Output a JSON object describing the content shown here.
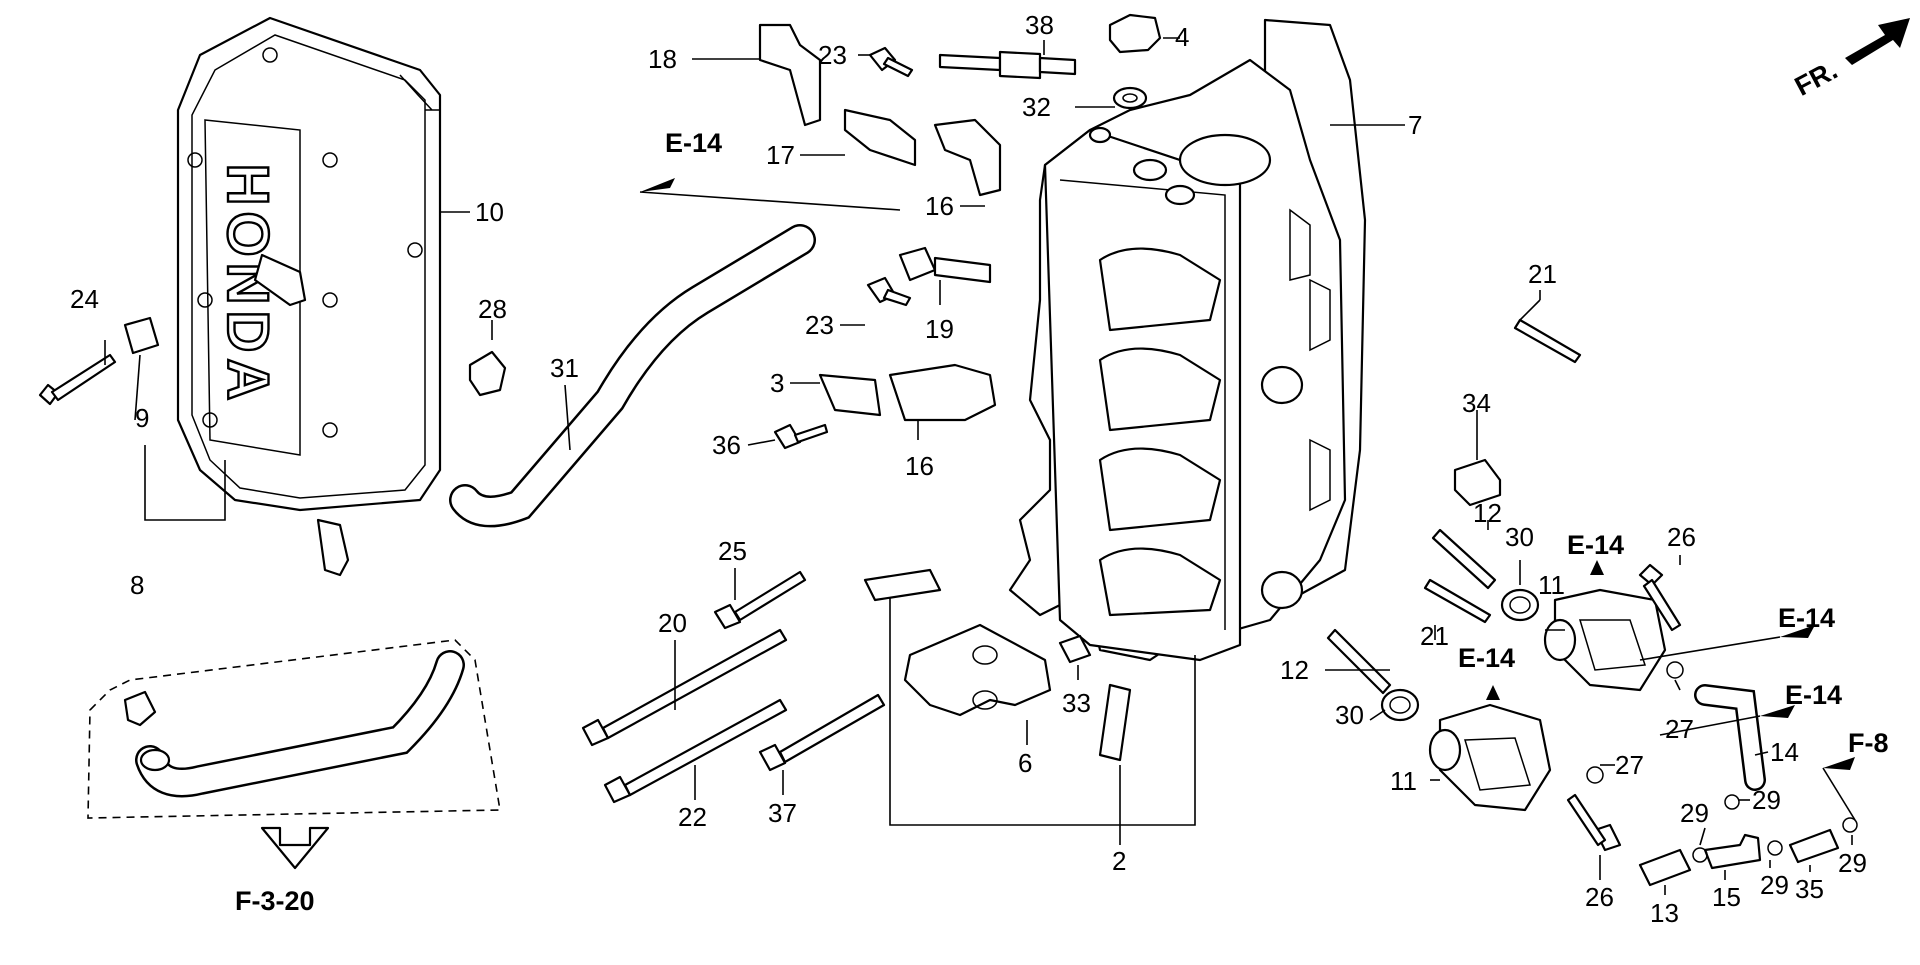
{
  "diagram": {
    "brand_logo": "HONDA",
    "direction_label": "FR.",
    "callouts": [
      {
        "id": "c-18",
        "text": "18"
      },
      {
        "id": "c-23a",
        "text": "23"
      },
      {
        "id": "c-38",
        "text": "38"
      },
      {
        "id": "c-4",
        "text": "4"
      },
      {
        "id": "c-32",
        "text": "32"
      },
      {
        "id": "c-7",
        "text": "7"
      },
      {
        "id": "c-17",
        "text": "17"
      },
      {
        "id": "c-16a",
        "text": "16"
      },
      {
        "id": "c-10",
        "text": "10"
      },
      {
        "id": "c-21a",
        "text": "21"
      },
      {
        "id": "c-24",
        "text": "24"
      },
      {
        "id": "c-28",
        "text": "28"
      },
      {
        "id": "c-31",
        "text": "31"
      },
      {
        "id": "c-23b",
        "text": "23"
      },
      {
        "id": "c-19",
        "text": "19"
      },
      {
        "id": "c-3",
        "text": "3"
      },
      {
        "id": "c-9",
        "text": "9"
      },
      {
        "id": "c-36",
        "text": "36"
      },
      {
        "id": "c-16b",
        "text": "16"
      },
      {
        "id": "c-34",
        "text": "34"
      },
      {
        "id": "c-8",
        "text": "8"
      },
      {
        "id": "c-25",
        "text": "25"
      },
      {
        "id": "c-12a",
        "text": "12"
      },
      {
        "id": "c-30a",
        "text": "30"
      },
      {
        "id": "c-26a",
        "text": "26"
      },
      {
        "id": "c-11a",
        "text": "11"
      },
      {
        "id": "c-20",
        "text": "20"
      },
      {
        "id": "c-21b",
        "text": "21"
      },
      {
        "id": "c-33",
        "text": "33"
      },
      {
        "id": "c-12b",
        "text": "12"
      },
      {
        "id": "c-30b",
        "text": "30"
      },
      {
        "id": "c-27a",
        "text": "27"
      },
      {
        "id": "c-27b",
        "text": "27"
      },
      {
        "id": "c-14",
        "text": "14"
      },
      {
        "id": "c-11b",
        "text": "11"
      },
      {
        "id": "c-22",
        "text": "22"
      },
      {
        "id": "c-37",
        "text": "37"
      },
      {
        "id": "c-6",
        "text": "6"
      },
      {
        "id": "c-29a",
        "text": "29"
      },
      {
        "id": "c-29b",
        "text": "29"
      },
      {
        "id": "c-29c",
        "text": "29"
      },
      {
        "id": "c-29d",
        "text": "29"
      },
      {
        "id": "c-2",
        "text": "2"
      },
      {
        "id": "c-26b",
        "text": "26"
      },
      {
        "id": "c-13",
        "text": "13"
      },
      {
        "id": "c-15",
        "text": "15"
      },
      {
        "id": "c-35",
        "text": "35"
      }
    ],
    "references": [
      {
        "id": "r-e14a",
        "text": "E-14"
      },
      {
        "id": "r-e14b",
        "text": "E-14"
      },
      {
        "id": "r-e14c",
        "text": "E-14"
      },
      {
        "id": "r-e14d",
        "text": "E-14"
      },
      {
        "id": "r-e14e",
        "text": "E-14"
      },
      {
        "id": "r-f8",
        "text": "F-8"
      },
      {
        "id": "r-f320",
        "text": "F-3-20"
      }
    ]
  }
}
